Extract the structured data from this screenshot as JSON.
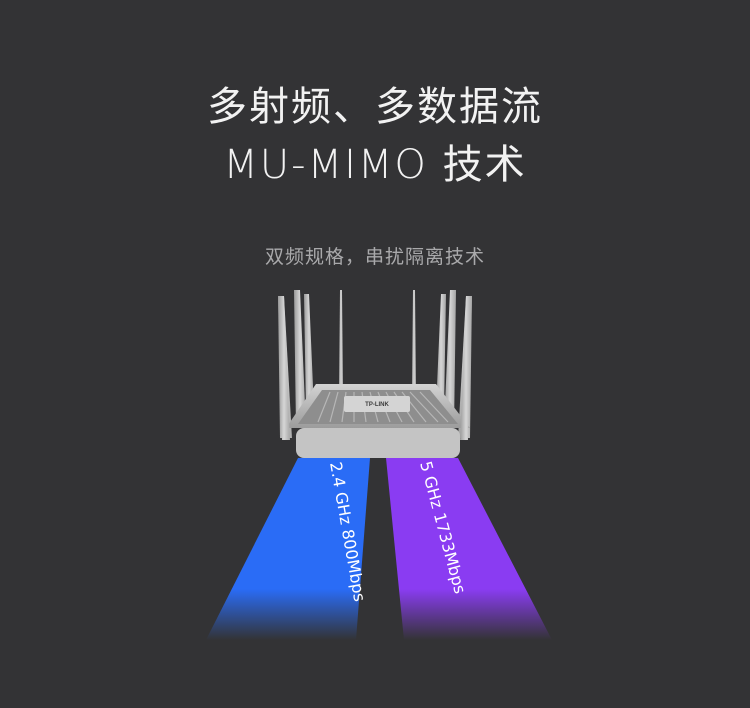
{
  "headline": {
    "line1": "多射频、多数据流",
    "line2": "MU-MIMO 技术"
  },
  "subheadline": "双频规格，串扰隔离技术",
  "router": {
    "brand": "TP-LINK",
    "body_color": "#bdbdbd",
    "antenna_count": 8
  },
  "bands": [
    {
      "label": "2.4 GHz 800Mbps",
      "color": "#2f6df5"
    },
    {
      "label": "5 GHz 1733Mbps",
      "color": "#8c3cf0"
    }
  ],
  "background_color": "#333335"
}
